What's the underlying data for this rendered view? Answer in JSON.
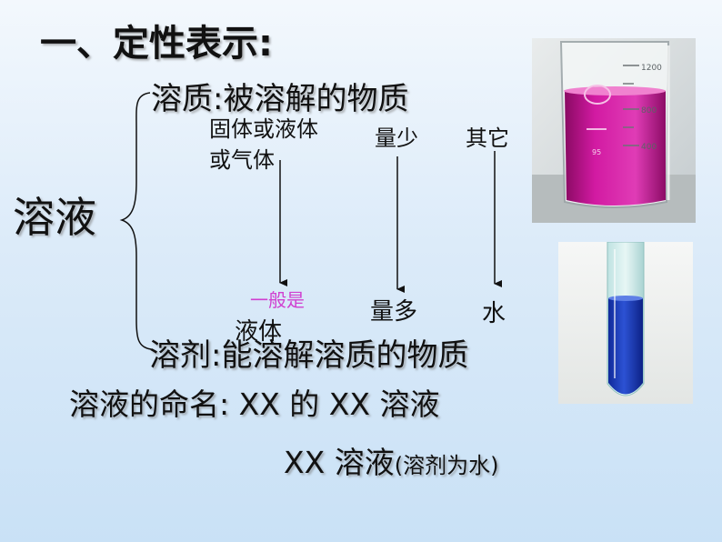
{
  "title": "一、定性表示:",
  "solution": "溶液",
  "solute": {
    "label": "溶质:被溶解的物质",
    "state_line1": "固体或液体",
    "state_line2": "或气体",
    "amount": "量少",
    "other": "其它"
  },
  "solvent": {
    "label": "溶剂:能溶解溶质的物质",
    "state_note": "一般是",
    "state": "液体",
    "amount": "量多",
    "water": "水"
  },
  "naming": {
    "line1": "溶液的命名: XX 的 XX 溶液",
    "line2_main": "XX 溶液",
    "line2_paren": "(溶剂为水)"
  },
  "beaker_marks": {
    "m1": "1200",
    "m2": "800",
    "m3": "400",
    "m4": "95"
  },
  "colors": {
    "magenta_solution": "#c5168f",
    "blue_solution": "#1c3fc2",
    "note_pink": "#d040d0"
  }
}
